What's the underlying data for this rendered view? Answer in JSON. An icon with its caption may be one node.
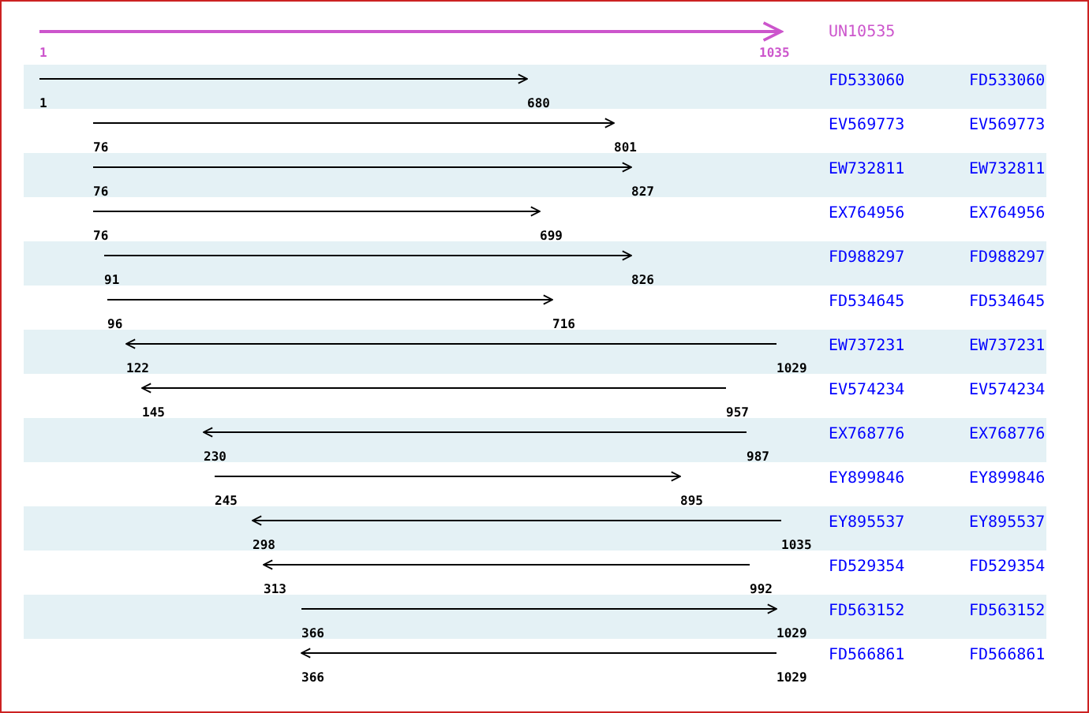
{
  "diagram": {
    "labels": [
      "UN10535",
      "1",
      "1035",
      "FD533060",
      "FD533060",
      "1",
      "680",
      "EV569773",
      "EV569773",
      "76",
      "801",
      "EW732811",
      "EW732811",
      "76",
      "827",
      "EX764956",
      "EX764956",
      "76",
      "699",
      "FD988297",
      "FD988297",
      "91",
      "826",
      "FD534645",
      "FD534645",
      "96",
      "716",
      "EW737231",
      "EW737231",
      "122",
      "1029",
      "EV574234",
      "EV574234",
      "145",
      "957",
      "EX768776",
      "EX768776",
      "230",
      "987",
      "EY899846",
      "EY899846",
      "245",
      "895",
      "EY895537",
      "EY895537",
      "298",
      "1035",
      "FD529354",
      "FD529354",
      "313",
      "992",
      "FD563152",
      "FD563152",
      "366",
      "1029",
      "FD566861",
      "FD566861",
      "366",
      "1029"
    ]
  }
}
